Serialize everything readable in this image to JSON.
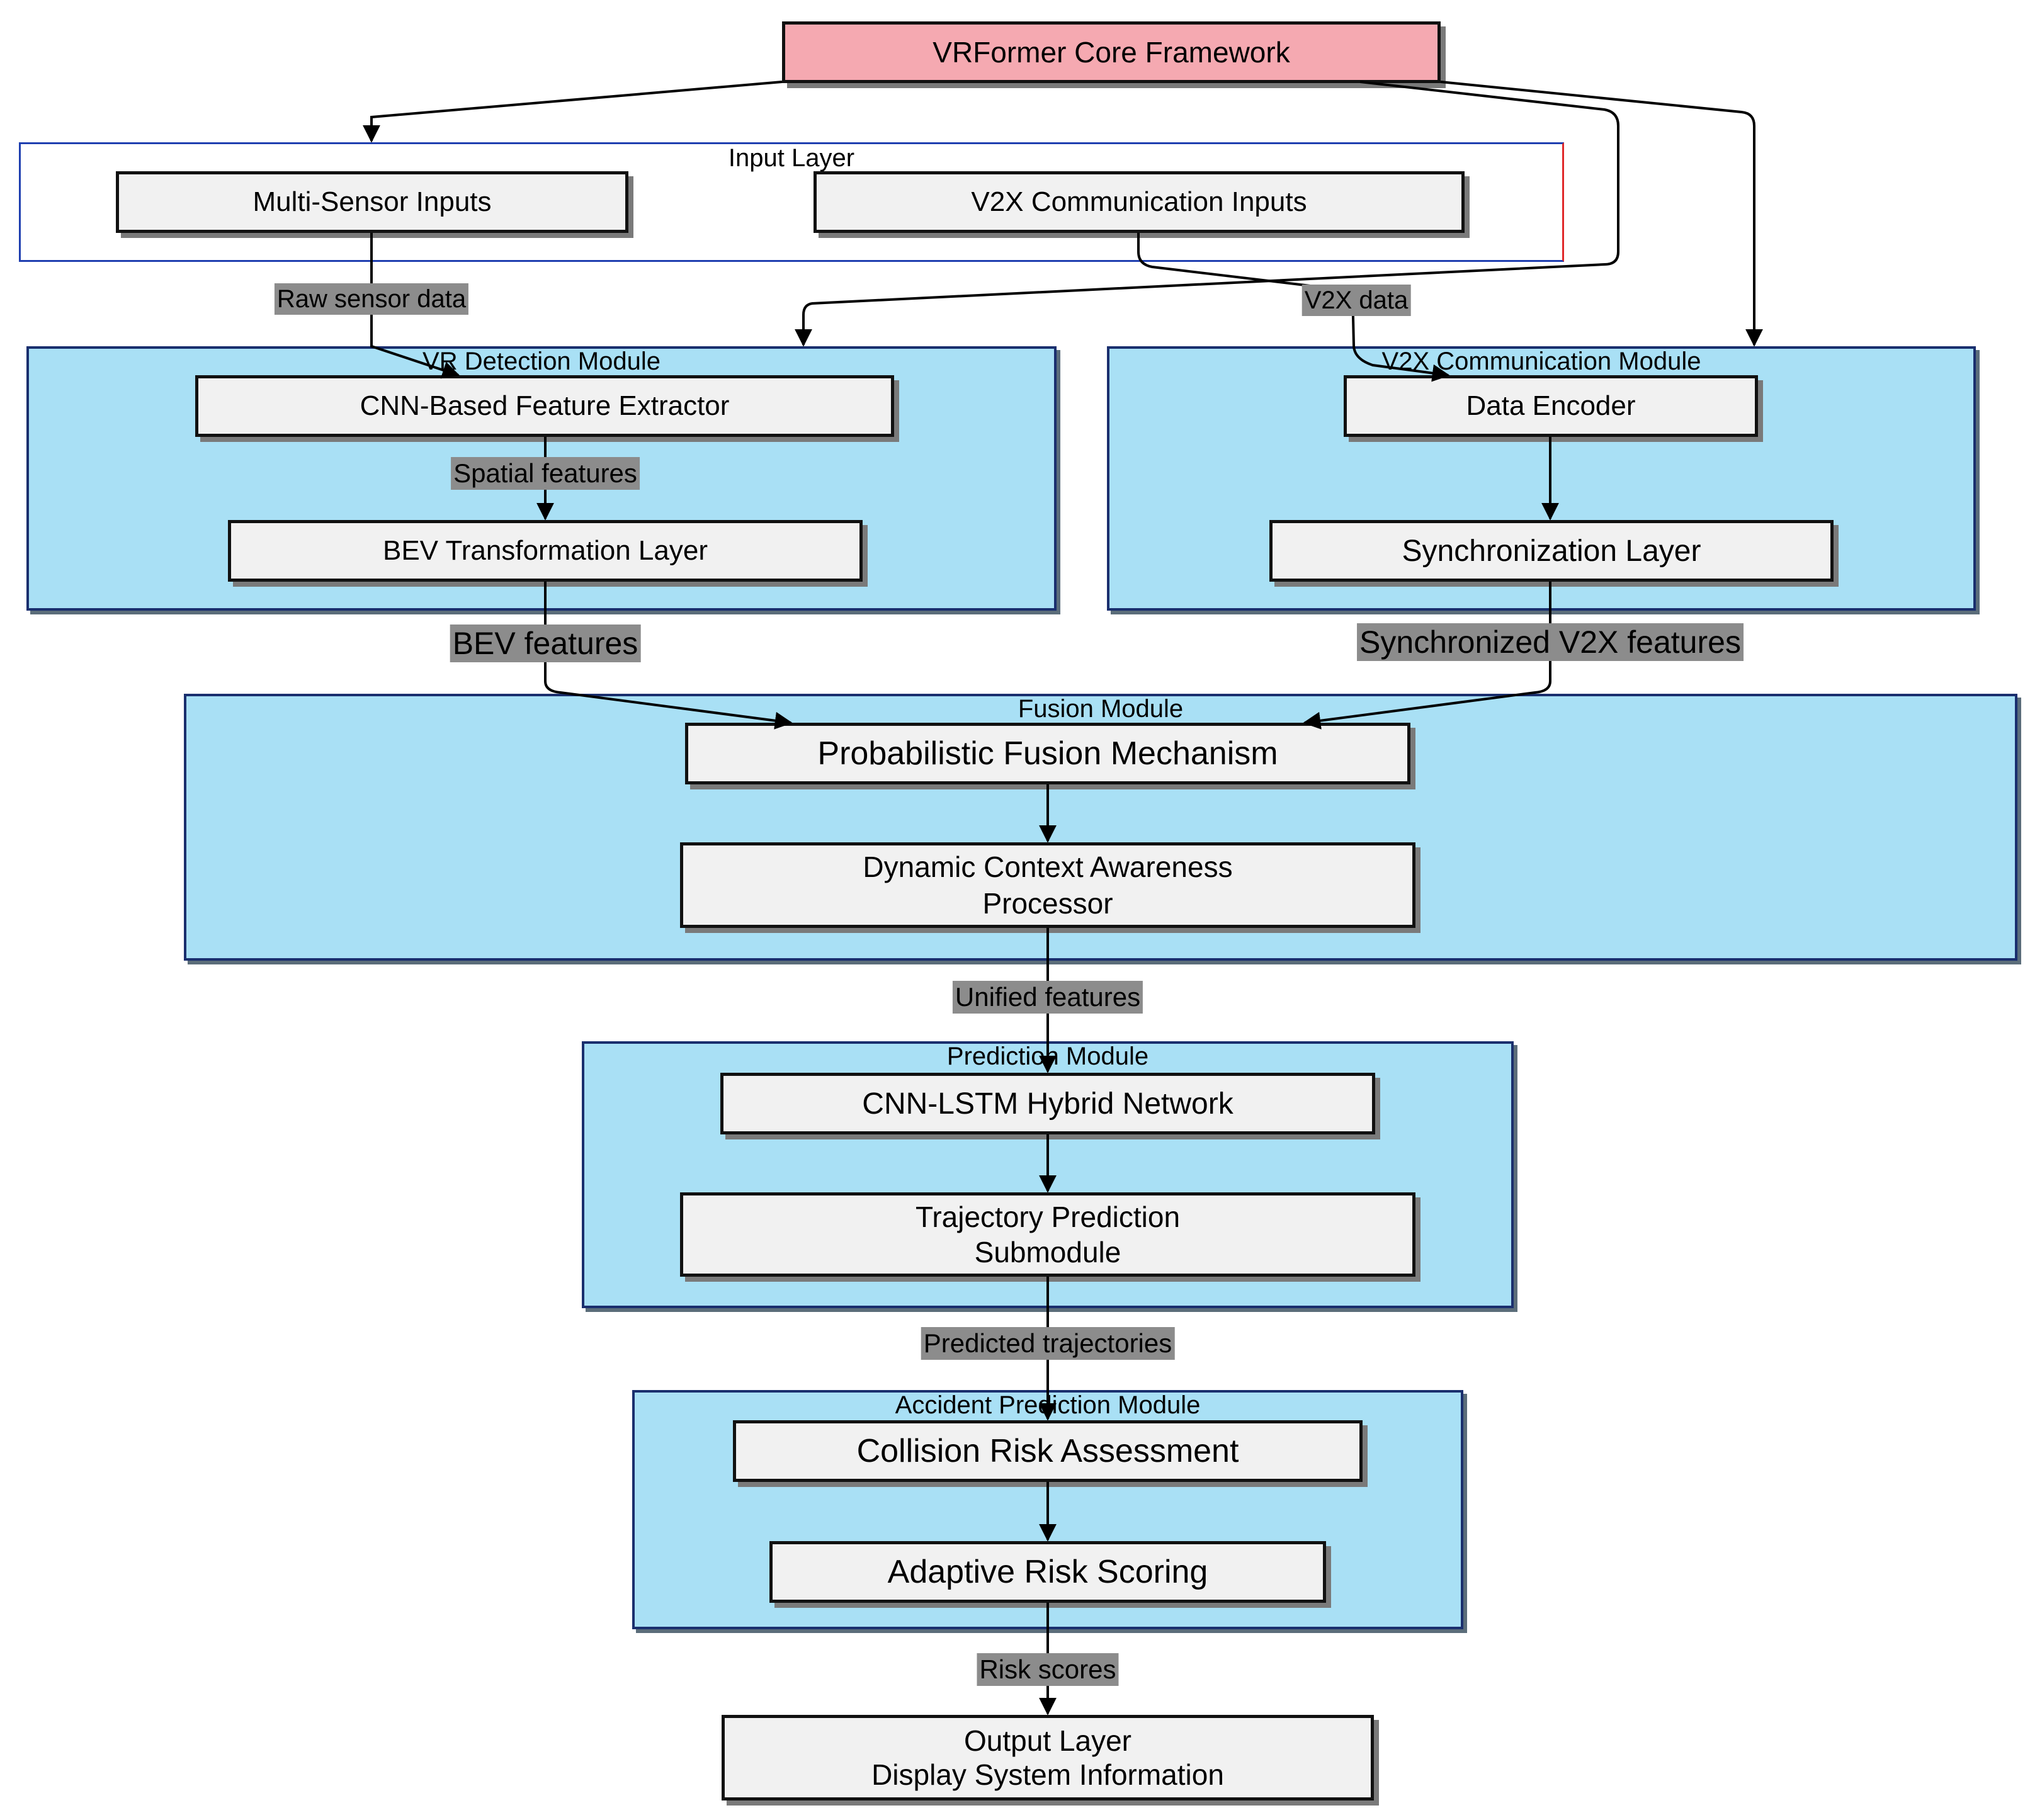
{
  "diagram": {
    "core": {
      "label": "VRFormer Core Framework"
    },
    "input_layer": {
      "title": "Input Layer",
      "nodes": {
        "multi_sensor": "Multi-Sensor Inputs",
        "v2x_inputs": "V2X Communication Inputs"
      }
    },
    "vr_detection": {
      "title": "VR Detection Module",
      "nodes": {
        "cnn_extractor": "CNN-Based Feature Extractor",
        "bev_layer": "BEV Transformation Layer"
      }
    },
    "v2x_comm": {
      "title": "V2X Communication Module",
      "nodes": {
        "data_encoder": "Data Encoder",
        "sync_layer": "Synchronization Layer"
      }
    },
    "fusion": {
      "title": "Fusion Module",
      "nodes": {
        "prob_fusion": "Probabilistic Fusion Mechanism",
        "dynamic_context_l1": "Dynamic Context Awareness",
        "dynamic_context_l2": "Processor"
      }
    },
    "prediction": {
      "title": "Prediction Module",
      "nodes": {
        "cnn_lstm": "CNN-LSTM Hybrid Network",
        "trajectory_l1": "Trajectory Prediction",
        "trajectory_l2": "Submodule"
      }
    },
    "accident": {
      "title": "Accident Prediction Module",
      "nodes": {
        "collision": "Collision Risk Assessment",
        "adaptive": "Adaptive Risk Scoring"
      }
    },
    "output": {
      "line1": "Output Layer",
      "line2": "Display System Information"
    },
    "edge_labels": {
      "raw_sensor": "Raw sensor data",
      "v2x_data": "V2X data",
      "spatial": "Spatial features",
      "bev_features": "BEV features",
      "sync_features": "Synchronized V2X features",
      "unified": "Unified features",
      "predicted": "Predicted trajectories",
      "risk_scores": "Risk scores"
    }
  }
}
